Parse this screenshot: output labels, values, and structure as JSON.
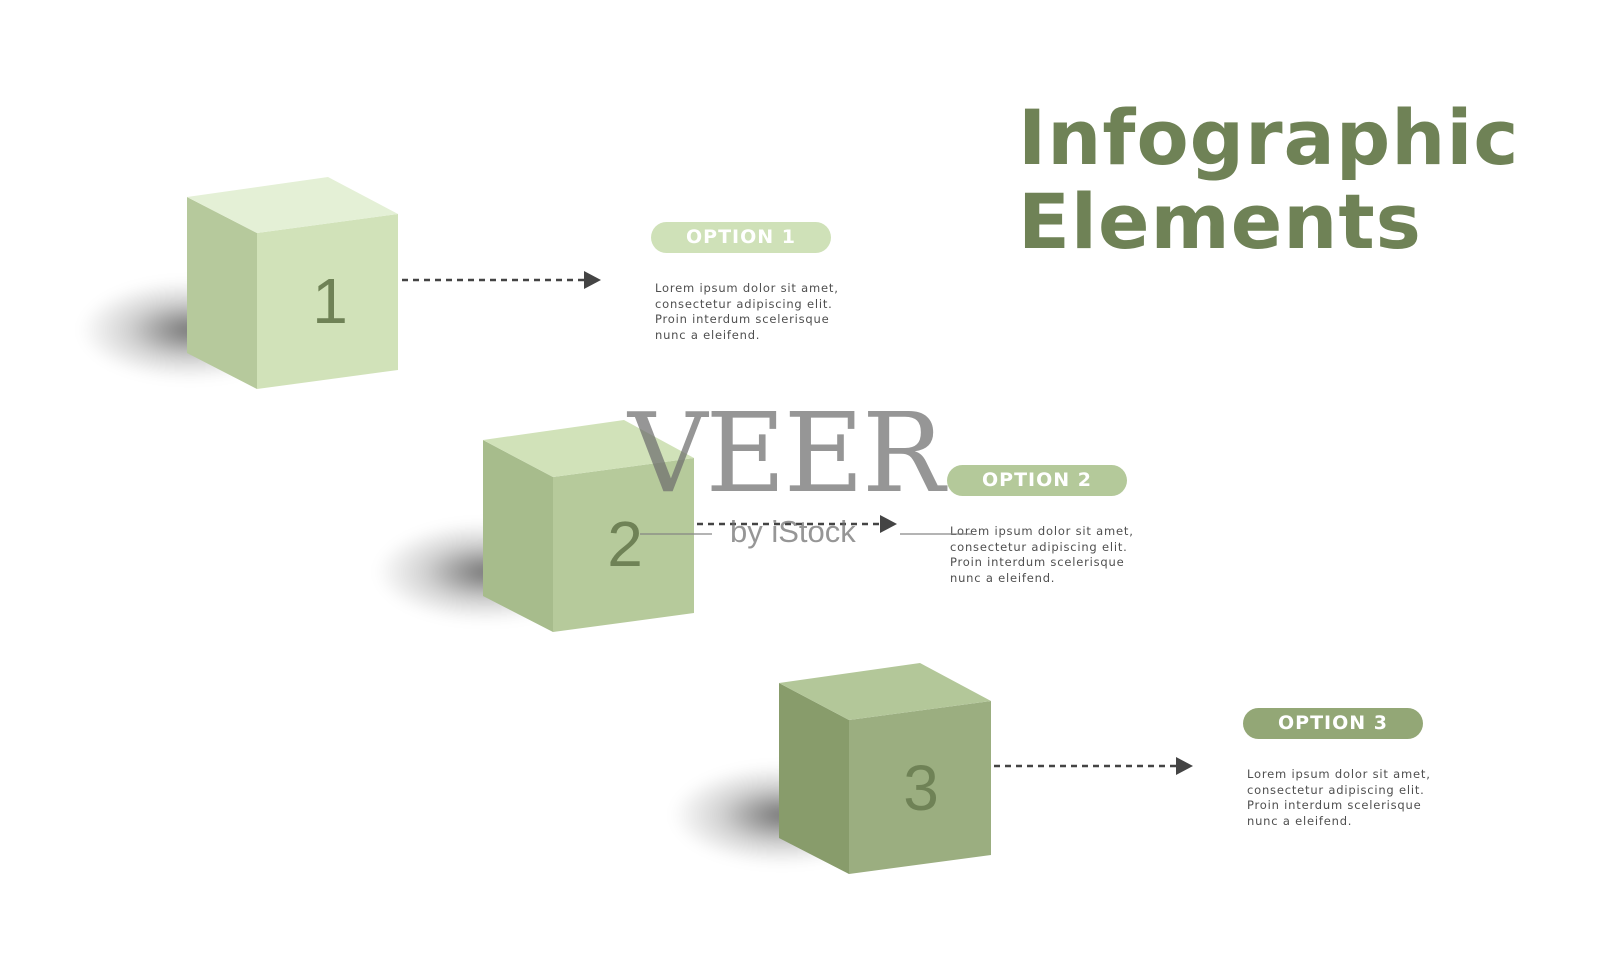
{
  "title": {
    "line1": "Infographic",
    "line2": "Elements"
  },
  "colors": {
    "title": "#6f8256",
    "arrow": "#444444",
    "watermark": "#6e6e6e",
    "pill1": "#cfe1b8",
    "pill2": "#b4c99a",
    "pill3": "#93a776"
  },
  "steps": [
    {
      "number": "1",
      "option_label": "OPTION 1",
      "description": "Lorem ipsum dolor sit amet, consectetur adipiscing elit. Proin interdum scelerisque nunc a eleifend.",
      "cube_top": "#e4f0d6",
      "cube_left": "#b6c99c",
      "cube_front": "#d1e2b9",
      "digit_color": "#6f8256"
    },
    {
      "number": "2",
      "option_label": "OPTION 2",
      "description": "Lorem ipsum dolor sit amet, consectetur adipiscing elit. Proin interdum scelerisque nunc a eleifend.",
      "cube_top": "#d1e2b9",
      "cube_left": "#a7bc8c",
      "cube_front": "#b6ca9b",
      "digit_color": "#6f8256"
    },
    {
      "number": "3",
      "option_label": "OPTION 3",
      "description": "Lorem ipsum dolor sit amet, consectetur adipiscing elit. Proin interdum scelerisque nunc a eleifend.",
      "cube_top": "#b3c799",
      "cube_left": "#889c6b",
      "cube_front": "#9bae80",
      "digit_color": "#6f8256"
    }
  ],
  "watermark": {
    "brand": "VEER",
    "sub": "by iStock"
  }
}
